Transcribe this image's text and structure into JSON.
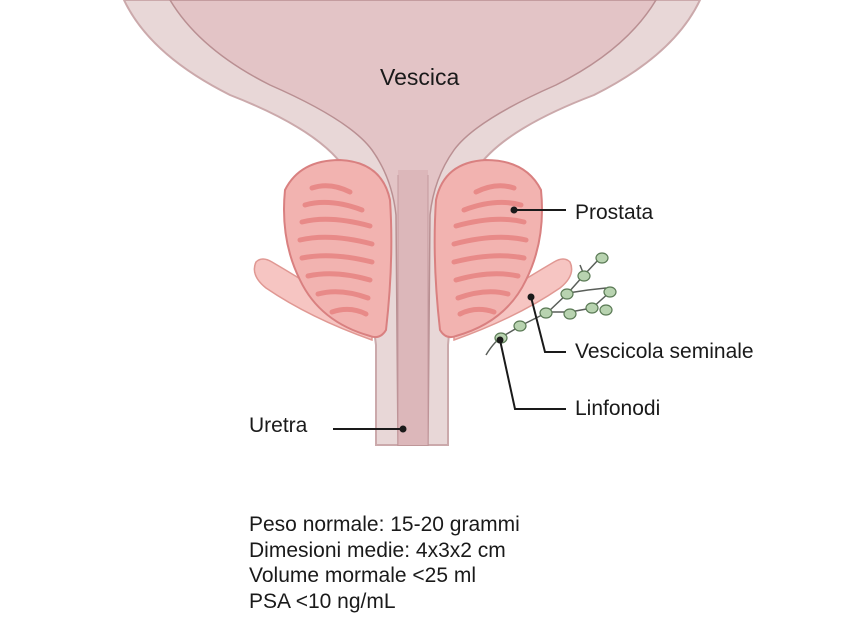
{
  "labels": {
    "bladder": "Vescica",
    "prostate": "Prostata",
    "seminal_vesicle": "Vescicola seminale",
    "lymph_nodes": "Linfonodi",
    "urethra": "Uretra"
  },
  "facts": [
    "Peso normale: 15-20 grammi",
    "Dimesioni medie: 4x3x2 cm",
    "Volume mormale <25 ml",
    "PSA <10 ng/mL"
  ],
  "colors": {
    "bladder_fill": "#e3c4c6",
    "bladder_wall": "#e8d7d7",
    "prostate_fill": "#f2b3b0",
    "prostate_edge": "#d98080",
    "prostate_stripe": "#e88a88",
    "vesicle": "#f6c5c2",
    "lymph_node": "#b8d3b0",
    "leader_line": "#1a1a1a"
  }
}
